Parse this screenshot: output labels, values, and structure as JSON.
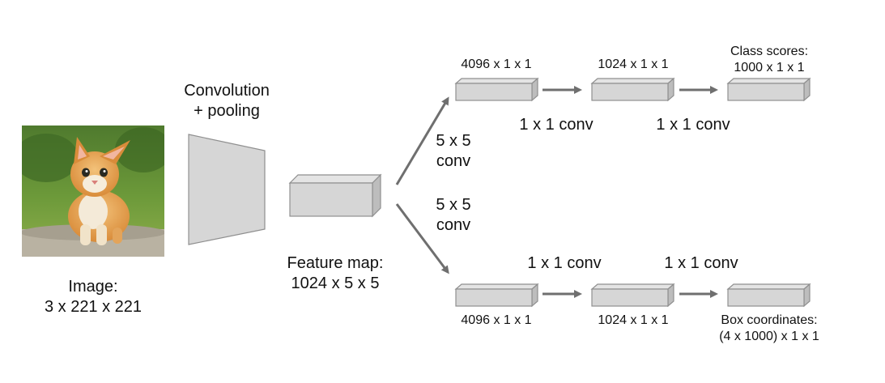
{
  "image_label": {
    "line1": "Image:",
    "line2": "3 x 221 x 221"
  },
  "conv_pool": {
    "line1": "Convolution",
    "line2": "+ pooling"
  },
  "feature_map": {
    "line1": "Feature map:",
    "line2": "1024 x 5 x 5"
  },
  "branch_top": {
    "conv_line1": "5 x 5",
    "conv_line2": "conv",
    "box1_label": "4096 x 1 x 1",
    "box2_label": "1024 x 1 x 1",
    "out_line1": "Class scores:",
    "out_line2": "1000 x 1 x 1",
    "conv1": "1 x 1 conv",
    "conv2": "1 x 1 conv"
  },
  "branch_bottom": {
    "conv_line1": "5 x 5",
    "conv_line2": "conv",
    "box1_label": "4096 x 1 x 1",
    "box2_label": "1024 x 1 x 1",
    "out_line1": "Box coordinates:",
    "out_line2": "(4 x 1000) x 1 x 1",
    "conv1": "1 x 1 conv",
    "conv2": "1 x 1 conv"
  },
  "colors": {
    "box_fill": "#d6d6d6",
    "box_stroke": "#8f8f8f",
    "arrow": "#6f6f6f"
  }
}
